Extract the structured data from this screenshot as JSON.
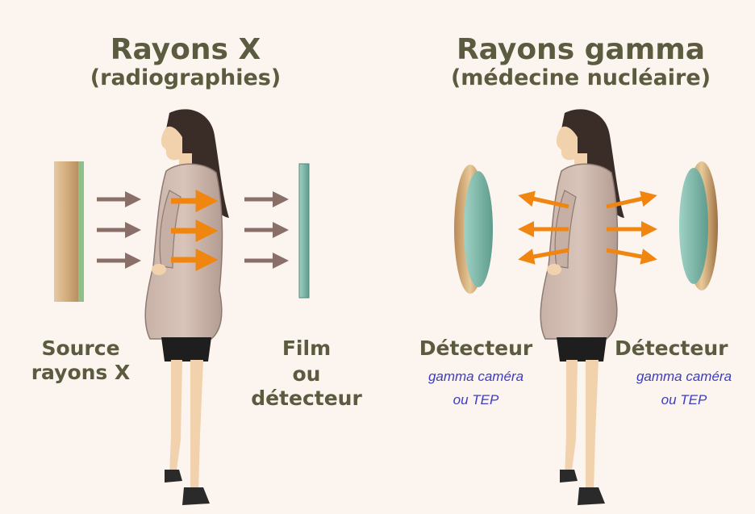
{
  "left_panel": {
    "title": "Rayons X",
    "subtitle": "(radiographies)",
    "source_label_line1": "Source",
    "source_label_line2": "rayons X",
    "film_label_line1": "Film",
    "film_label_line2": "ou",
    "film_label_line3": "détecteur"
  },
  "right_panel": {
    "title": "Rayons gamma",
    "subtitle": "(médecine nucléaire)",
    "detector_left_label": "Détecteur",
    "detector_left_note_line1": "gamma caméra",
    "detector_left_note_line2": "ou TEP",
    "detector_right_label": "Détecteur",
    "detector_right_note_line1": "gamma caméra",
    "detector_right_note_line2": "ou TEP"
  },
  "colors": {
    "background": "#fcf4ee",
    "heading_text": "#5b5b3f",
    "note_text": "#3d3dbe",
    "incoming_arrow": "#8a6e68",
    "emitted_arrow": "#f0860f",
    "detector_teal": "#6fb0a0",
    "source_tan": "#d8b890"
  }
}
